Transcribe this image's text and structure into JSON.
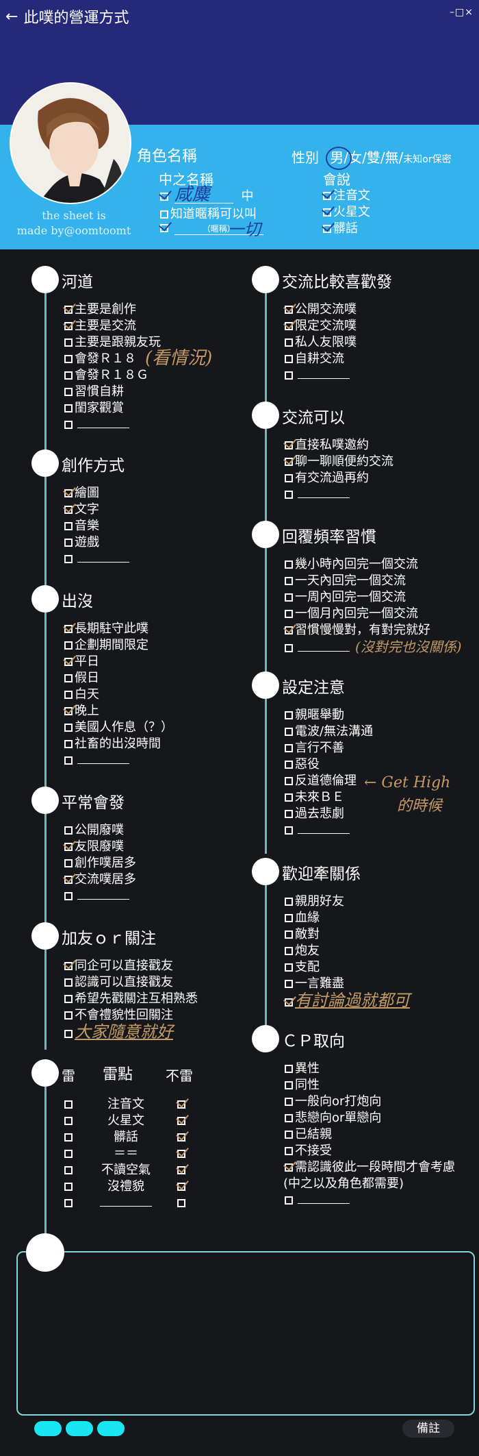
{
  "header": {
    "title": "此噗的營運方式",
    "back_glyph": "←",
    "window_controls": "–□×"
  },
  "credit": {
    "line1": "the sheet is",
    "line2": "made by@oomtoomt"
  },
  "profile": {
    "char_name_label": "角色名稱",
    "gender_label": "性別",
    "gender_options": "男/女/雙/無/",
    "gender_small": "未知or保密",
    "cn_name_label": "中之名稱",
    "cn_name_value": "咸麋",
    "cn_mid": "中",
    "nickname_ok": "知道暱稱可以叫",
    "nickname_hint": "（暱稱）",
    "nickname_value": "一切",
    "speak_label": "會說",
    "speak_items": [
      "注音文",
      "火星文",
      "髒話"
    ]
  },
  "sections": {
    "river": {
      "title": "河道",
      "items": [
        "主要是創作",
        "主要是交流",
        "主要是跟親友玩",
        "會發Ｒ１８",
        "會發Ｒ１８Ｇ",
        "習慣自耕",
        "閨家觀賞"
      ],
      "note": "(看情況)"
    },
    "creative": {
      "title": "創作方式",
      "items": [
        "繪圖",
        "文字",
        "音樂",
        "遊戲"
      ]
    },
    "appear": {
      "title": "出沒",
      "items": [
        "長期駐守此噗",
        "企劃期間限定",
        "平日",
        "假日",
        "白天",
        "晚上",
        "美國人作息（？）",
        "社畜的出沒時間"
      ]
    },
    "usually": {
      "title": "平常會發",
      "items": [
        "公開廢噗",
        "友限廢噗",
        "創作噗居多",
        "交流噗居多"
      ]
    },
    "follow": {
      "title": "加友ｏｒ關注",
      "items": [
        "同企可以直接戳友",
        "認識可以直接戳友",
        "希望先戳關注互相熟悉",
        "不會禮貌性回關注"
      ],
      "note": "大家隨意就好"
    },
    "thunder": {
      "title": "雷",
      "col_mid": "雷點",
      "col_right": "不雷",
      "items": [
        "注音文",
        "火星文",
        "髒話",
        "＝＝",
        "不讀空氣",
        "沒禮貌"
      ]
    },
    "prefer": {
      "title": "交流比較喜歡發",
      "items": [
        "公開交流噗",
        "限定交流噗",
        "私人友限噗",
        "自耕交流"
      ]
    },
    "can": {
      "title": "交流可以",
      "items": [
        "直接私噗邀約",
        "聊一聊順便約交流",
        "有交流過再約"
      ]
    },
    "reply": {
      "title": "回覆頻率習慣",
      "items": [
        "幾小時內回完一個交流",
        "一天內回完一個交流",
        "一周內回完一個交流",
        "一個月內回完一個交流",
        "習慣慢慢對，有對完就好"
      ],
      "note": "(沒對完也沒關係)"
    },
    "setting": {
      "title": "設定注意",
      "items": [
        "親暱舉動",
        "電波/無法溝通",
        "言行不善",
        "惡役",
        "反道德倫理",
        "未來ＢＥ",
        "過去悲劇"
      ],
      "note1": "← Get High",
      "note2": "的時候"
    },
    "relation": {
      "title": "歡迎牽關係",
      "items": [
        "親朋好友",
        "血緣",
        "敵對",
        "炮友",
        "支配",
        "一言難盡"
      ],
      "note": "有討論過就都可"
    },
    "cp": {
      "title": "ＣＰ取向",
      "items": [
        "異性",
        "同性",
        "一般向or打炮向",
        "悲戀向or單戀向",
        "已結親",
        "不接受",
        "需認識彼此一段時間才會考慮",
        "(中之以及角色都需要)"
      ]
    }
  },
  "footer": {
    "remark": "備註"
  },
  "colors": {
    "header": "#25297a",
    "band": "#34b2ec",
    "background": "#16171b",
    "accent": "#18e6f2",
    "handwriting": "#c49a66"
  }
}
